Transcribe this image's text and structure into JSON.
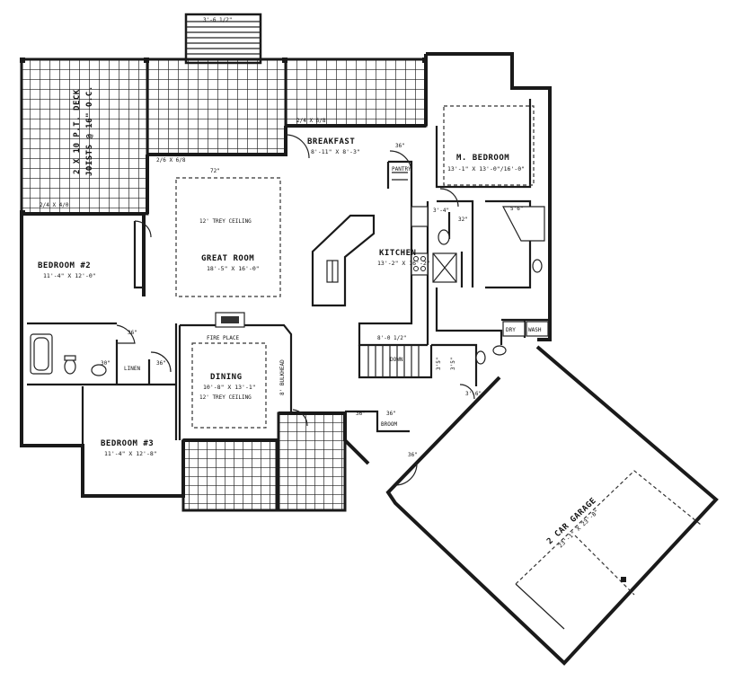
{
  "rooms": {
    "deck_label_1": "2 X 10 P.T. DECK",
    "deck_label_2": "JOISTS @ 16\" O.C.",
    "breakfast_name": "BREAKFAST",
    "breakfast_dim": "8'-11\" X 8'-3\"",
    "m_bedroom_name": "M. BEDROOM",
    "m_bedroom_dim": "13'-1\" X 13'-0\"/16'-0\"",
    "great_room_ceiling": "12' TREY CEILING",
    "great_room_name": "GREAT ROOM",
    "great_room_dim": "18'-5\" X 16'-0\"",
    "bedroom2_name": "BEDROOM #2",
    "bedroom2_dim": "11'-4\" X 12'-0\"",
    "kitchen_name": "KITCHEN",
    "kitchen_dim": "13'-2\" X 16'-2\"",
    "pantry": "PANTRY",
    "fireplace": "FIRE PLACE",
    "dining_name": "DINING",
    "dining_dim": "10'-8\" X 13'-1\"",
    "dining_ceiling": "12' TREY CEILING",
    "bulkhead": "8' BULKHEAD",
    "linen": "LINEN",
    "bedroom3_name": "BEDROOM #3",
    "bedroom3_dim": "11'-4\" X 12'-8\"",
    "garage_name": "2 CAR GARAGE",
    "garage_dim": "23'-1\" X 23'-8\"",
    "broom": "BROOM",
    "dry": "DRY",
    "wash": "WASH",
    "down": "DOWN"
  },
  "dims": {
    "stair_top": "3'-6 1/2\"",
    "d_36_a": "36\"",
    "d_36_b": "36\"",
    "d_36_c": "36\"",
    "d_36_d": "36\"",
    "d_36_e": "36\"",
    "d_36_f": "36\"",
    "d_72": "72\"",
    "d_34": "3'-4\"",
    "d_32": "32\"",
    "d_56": "5'6\"",
    "d_30": "30\"",
    "d_8_0": "8'-0 1/2\"",
    "d_3_5a": "3'5\"",
    "d_3_5b": "3'5\"",
    "d_3_6": "3'-6\"",
    "d_2_4x4_0": "2/4 X 4/0",
    "d_2_6x6_8": "2/6 X 6/8",
    "d_2_4x6_8": "2/4 X 6/8"
  }
}
